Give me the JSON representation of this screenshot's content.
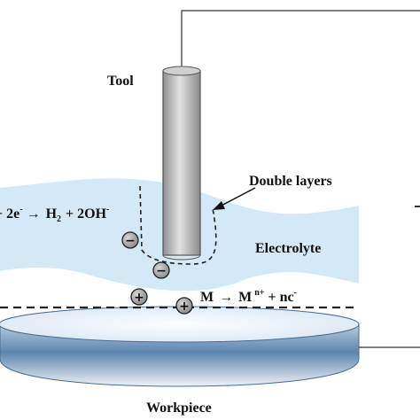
{
  "labels": {
    "tool": "Tool",
    "double_layers": "Double layers",
    "electrolyte": "Electrolyte",
    "workpiece": "Workpiece"
  },
  "reactions": {
    "cathode": {
      "prefix": "+ 2e",
      "prefix_sup": "-",
      "arrow": "→",
      "h": "H",
      "h_sub": "2",
      "rest": "+ 2OH",
      "rest_sup": "-"
    },
    "anode": {
      "m1": "M",
      "arrow": "→",
      "m2": "M",
      "m2_sup": "n+",
      "rest": "+ nc",
      "rest_sup": "-"
    }
  },
  "charges": {
    "negative": "−",
    "positive": "+"
  },
  "colors": {
    "electrolyte": "#d3eaf6",
    "tool_mid": "#dcdcdc",
    "workpiece_top": "#e7f0f9",
    "workpiece_side": "#5c84ad",
    "ion_fill": "#9a9a9a"
  }
}
